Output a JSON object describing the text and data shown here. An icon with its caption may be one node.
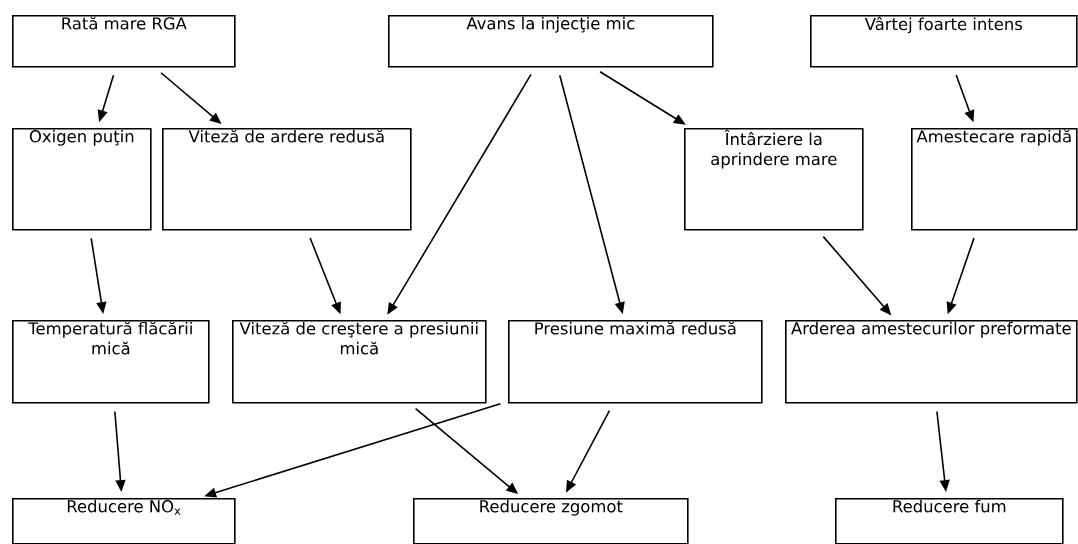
{
  "diagram": {
    "nodes": [
      {
        "text": [
          "Rată mare RGA"
        ]
      },
      {
        "text": [
          "Avans la injecţie mic"
        ]
      },
      {
        "text": [
          "Vârtej foarte intens"
        ]
      },
      {
        "text": [
          "Oxigen puţin"
        ]
      },
      {
        "text": [
          "Viteză de ardere redusă"
        ]
      },
      {
        "text": [
          "Întârziere la aprindere mare"
        ]
      },
      {
        "text": [
          "Amestecare rapidă"
        ]
      },
      {
        "text": [
          "Temperatură flăcării mică"
        ]
      },
      {
        "text": [
          "Viteză de creştere a presiunii mică"
        ]
      },
      {
        "text": [
          "Presiune maximă redusă"
        ]
      },
      {
        "text": [
          "Arderea amestecurilor preformate"
        ]
      },
      {
        "text": [
          "Reducere NO$_{x}$"
        ]
      },
      {
        "text": [
          "Reducere zgomot"
        ]
      },
      {
        "text": [
          "Reducere fum"
        ]
      }
    ],
    "edges": [
      {
        "from": 0,
        "to": 3,
        "arrow": "to"
      },
      {
        "from": 0,
        "to": 4,
        "arrow": "to"
      },
      {
        "from": 1,
        "to": 8,
        "arrow": "to"
      },
      {
        "from": 1,
        "to": 9,
        "arrow": "to"
      },
      {
        "from": 1,
        "to": 5,
        "arrow": "to"
      },
      {
        "from": 2,
        "to": 6,
        "arrow": "to"
      },
      {
        "from": 3,
        "to": 7,
        "arrow": "to"
      },
      {
        "from": 4,
        "to": 8,
        "arrow": "to"
      },
      {
        "from": 5,
        "to": 10,
        "arrow": "to"
      },
      {
        "from": 6,
        "to": 10,
        "arrow": "to"
      },
      {
        "from": 7,
        "to": 11,
        "arrow": "to"
      },
      {
        "from": 8,
        "to": 12,
        "arrow": "to"
      },
      {
        "from": 9,
        "to": 11,
        "arrow": "to"
      },
      {
        "from": 9,
        "to": 12,
        "arrow": "to"
      },
      {
        "from": 10,
        "to": 13,
        "arrow": "to"
      }
    ]
  }
}
